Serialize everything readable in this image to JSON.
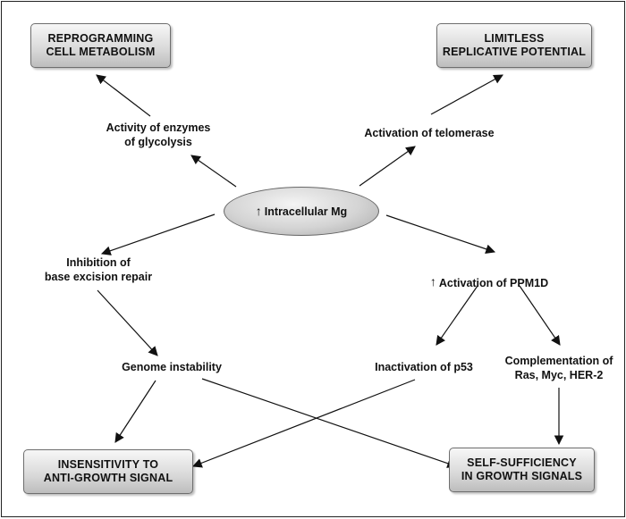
{
  "boxes": {
    "reprogramming": "REPROGRAMMING\nCELL METABOLISM",
    "limitless": "LIMITLESS\nREPLICATIVE POTENTIAL",
    "insensitivity": "INSENSITIVITY TO\nANTI-GROWTH SIGNAL",
    "self_sufficiency": "SELF-SUFFICIENCY\nIN GROWTH SIGNALS"
  },
  "center": {
    "arrow_glyph": "↑",
    "label": "Intracellular Mg"
  },
  "labels": {
    "glycolysis": "Activity of enzymes\nof glycolysis",
    "telomerase": "Activation of telomerase",
    "ber": "Inhibition of\nbase excision repair",
    "ppm1d_glyph": "↑",
    "ppm1d": "Activation of PPM1D",
    "genome": "Genome instability",
    "p53": "Inactivation of p53",
    "complementation": "Complementation of\nRas, Myc, HER-2"
  }
}
